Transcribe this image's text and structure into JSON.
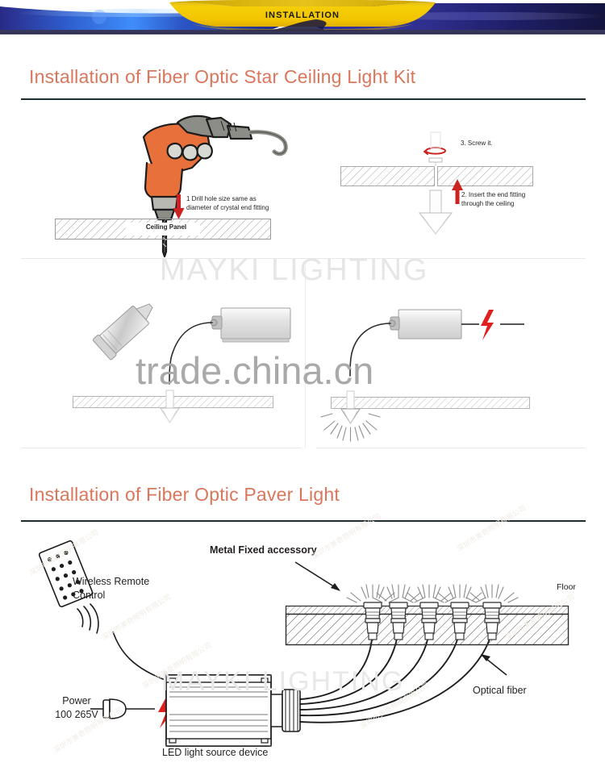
{
  "banner": {
    "label": "INSTALLATION",
    "yellow": "#f2c400",
    "blue_light": "#2b6fe0",
    "blue_dark": "#1b1b6b"
  },
  "theme": {
    "title_color": "#d9775c",
    "rule_color": "#1f2d33",
    "arrow_red": "#cc2222",
    "drill_orange": "#e8703a",
    "drill_gray": "#8d8d87",
    "ink": "#231f20"
  },
  "sections": [
    {
      "id": "star-ceiling",
      "title": "Installation of Fiber Optic Star Ceiling Light Kit"
    },
    {
      "id": "paver",
      "title": "Installation of Fiber Optic Paver Light"
    }
  ],
  "star_kit": {
    "step1": {
      "text": "1 Drill hole size same as\ndiameter of crystal end fitting",
      "panel_label": "Ceiling Panel"
    },
    "step2": {
      "text": "2. Insert the end fitting\nthrough the ceiling"
    },
    "step3": {
      "text": "3. Screw it."
    }
  },
  "paver": {
    "remote_label": "Wireless Remote\nControl",
    "power_label": "Power\n100    265V",
    "device_label": "LED light source device",
    "metal_label": "Metal Fixed accessory",
    "floor_label": "Floor",
    "fiber_label": "Optical fiber",
    "light_count": 5
  },
  "watermarks": {
    "brand_top": "MAYKI LIGHTING",
    "brand_bottom": "MAYKI LIGHTING",
    "site": "trade.china.cn",
    "cn_text": "深圳市美奇照明有限公司"
  }
}
